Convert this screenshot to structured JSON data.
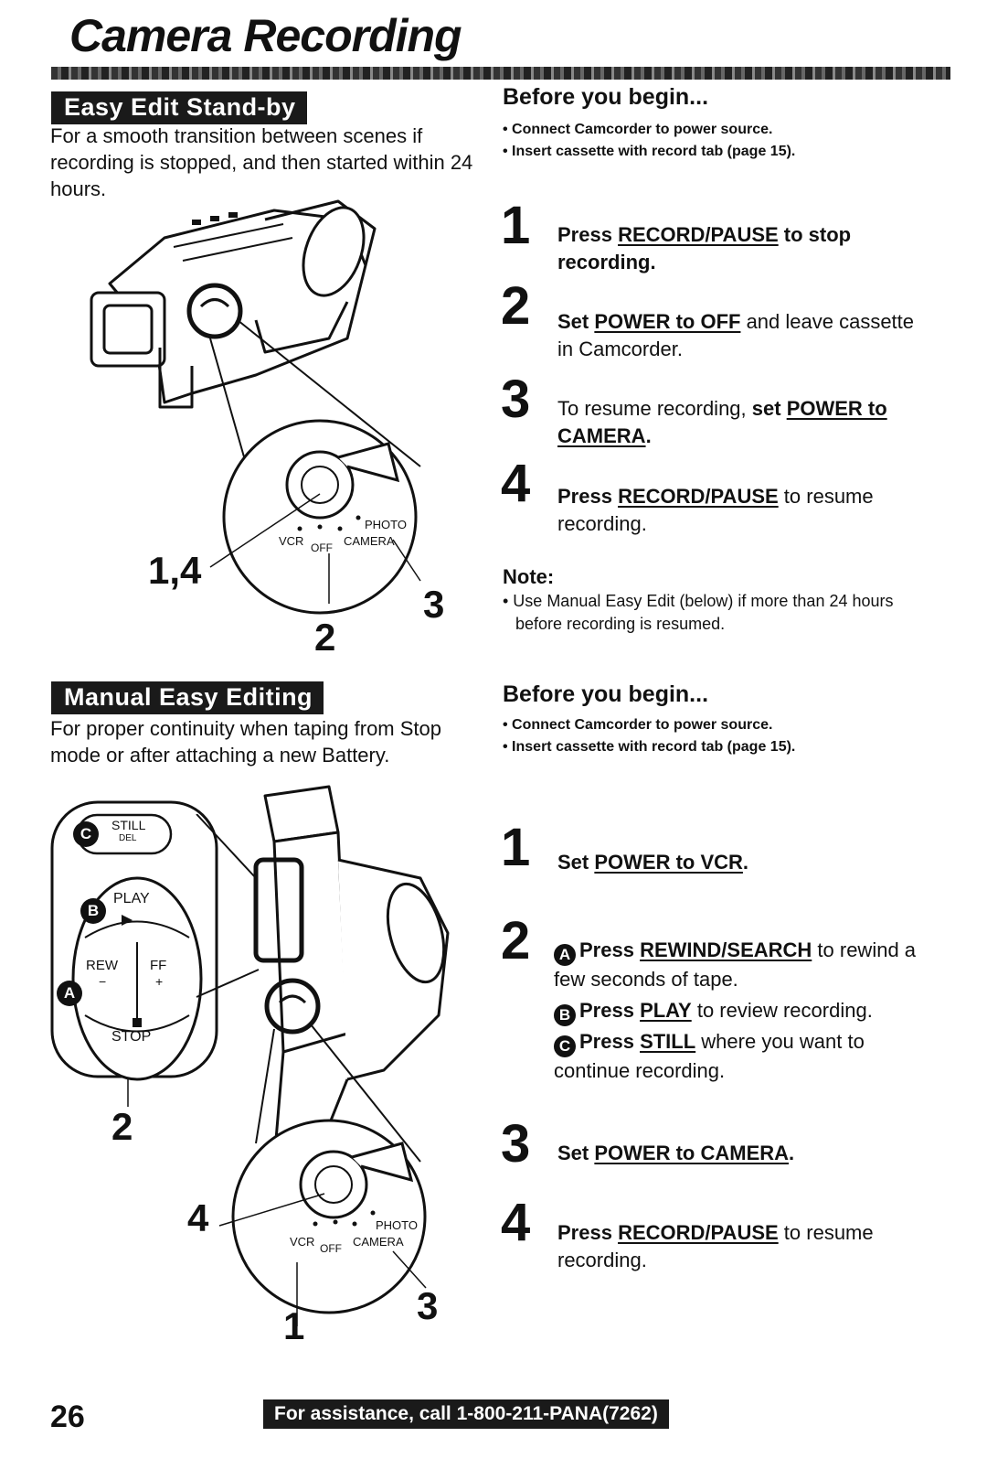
{
  "header": {
    "title": "Camera Recording"
  },
  "section1": {
    "tag": "Easy Edit Stand-by",
    "intro": "For a smooth transition between scenes if recording is stopped, and then started within 24 hours.",
    "before_head": "Before you begin...",
    "bullets": [
      "• Connect Camcorder to power source.",
      "• Insert cassette with record tab (page 15)."
    ],
    "steps": [
      {
        "num": "1",
        "parts": [
          [
            "b",
            "Press "
          ],
          [
            "u",
            "RECORD/PAUSE"
          ],
          [
            "b",
            " to stop recording."
          ]
        ]
      },
      {
        "num": "2",
        "parts": [
          [
            "b",
            "Set "
          ],
          [
            "u",
            "POWER to OFF"
          ],
          [
            "n",
            " and leave cassette in Camcorder."
          ]
        ]
      },
      {
        "num": "3",
        "parts": [
          [
            "n",
            "To resume recording, "
          ],
          [
            "b",
            "set "
          ],
          [
            "u",
            "POWER to CAMERA"
          ],
          [
            "b",
            "."
          ]
        ]
      },
      {
        "num": "4",
        "parts": [
          [
            "b",
            "Press "
          ],
          [
            "u",
            "RECORD/PAUSE"
          ],
          [
            "n",
            " to resume recording."
          ]
        ]
      }
    ],
    "note_head": "Note:",
    "note_body": "• Use Manual Easy Edit (below) if more than 24 hours before recording is resumed.",
    "callouts": {
      "a": "1,4",
      "b": "2",
      "c": "3"
    },
    "dial": {
      "vcr": "VCR",
      "off": "OFF",
      "camera": "CAMERA",
      "photo": "PHOTO"
    }
  },
  "section2": {
    "tag": "Manual Easy Editing",
    "intro": "For proper continuity when taping from Stop mode or after attaching a new Battery.",
    "before_head": "Before you begin...",
    "bullets": [
      "• Connect Camcorder to power source.",
      "• Insert cassette with record tab (page 15)."
    ],
    "step1": {
      "num": "1",
      "parts": [
        [
          "b",
          "Set "
        ],
        [
          "u",
          "POWER to VCR"
        ],
        [
          "b",
          "."
        ]
      ]
    },
    "step2": {
      "num": "2",
      "sub": [
        {
          "letter": "A",
          "parts": [
            [
              "b",
              "Press "
            ],
            [
              "u",
              "REWIND/SEARCH"
            ],
            [
              "n",
              " to rewind a few seconds of tape."
            ]
          ]
        },
        {
          "letter": "B",
          "parts": [
            [
              "b",
              "Press "
            ],
            [
              "u",
              "PLAY"
            ],
            [
              "n",
              " to review recording."
            ]
          ]
        },
        {
          "letter": "C",
          "parts": [
            [
              "b",
              "Press "
            ],
            [
              "u",
              "STILL"
            ],
            [
              "n",
              " where you want to continue recording."
            ]
          ]
        }
      ]
    },
    "step3": {
      "num": "3",
      "parts": [
        [
          "b",
          "Set "
        ],
        [
          "u",
          "POWER to CAMERA"
        ],
        [
          "b",
          "."
        ]
      ]
    },
    "step4": {
      "num": "4",
      "parts": [
        [
          "b",
          "Press "
        ],
        [
          "u",
          "RECORD/PAUSE"
        ],
        [
          "n",
          " to resume recording."
        ]
      ]
    },
    "callouts": {
      "a": "2",
      "b": "4",
      "c": "3",
      "d": "1"
    },
    "buttons": {
      "still": "STILL",
      "del": "DEL",
      "play": "PLAY",
      "rew": "REW",
      "ff": "FF",
      "stop": "STOP",
      "minus": "−",
      "plus": "+"
    },
    "letters": {
      "a": "A",
      "b": "B",
      "c": "C"
    },
    "dial": {
      "vcr": "VCR",
      "off": "OFF",
      "camera": "CAMERA",
      "photo": "PHOTO"
    }
  },
  "footer": {
    "page_number": "26",
    "assistance": "For assistance, call 1-800-211-PANA(7262)"
  }
}
